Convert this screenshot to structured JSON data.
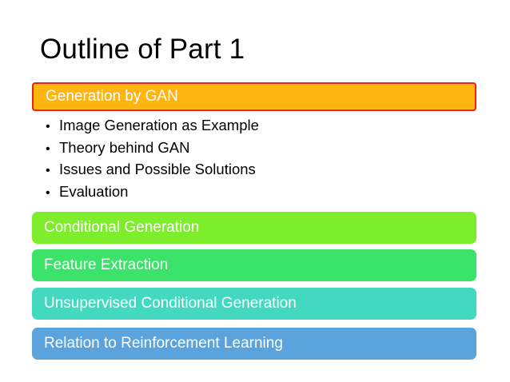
{
  "slide": {
    "title": "Outline of Part 1",
    "sections": [
      {
        "label": "Generation by GAN",
        "color": "#ffb511",
        "highlight_color": "#ee2211",
        "active": true
      },
      {
        "label": "Conditional Generation",
        "color": "#7ded2c",
        "active": false
      },
      {
        "label": "Feature Extraction",
        "color": "#3ce36b",
        "active": false
      },
      {
        "label": "Unsupervised Conditional Generation",
        "color": "#42d9c0",
        "active": false
      },
      {
        "label": "Relation to Reinforcement Learning",
        "color": "#5ba3dd",
        "active": false
      }
    ],
    "bullets": [
      {
        "marker": "•",
        "text": "Image Generation as Example"
      },
      {
        "marker": "•",
        "text": "Theory behind GAN"
      },
      {
        "marker": "•",
        "text": "Issues and Possible Solutions"
      },
      {
        "marker": "•",
        "text": "Evaluation"
      }
    ]
  }
}
